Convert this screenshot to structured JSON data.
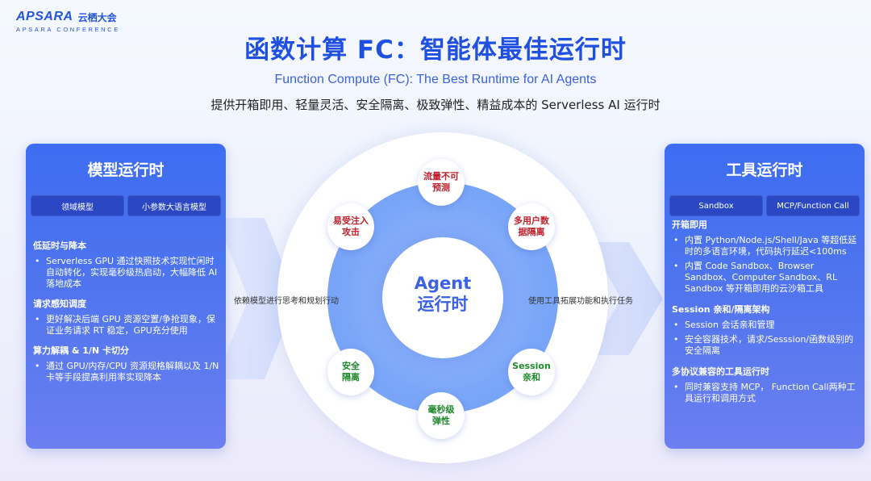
{
  "logo": {
    "en": "APSARA",
    "cn": "云栖大会",
    "sub": "APSARA CONFERENCE"
  },
  "title": "函数计算 FC：智能体最佳运行时",
  "subtitle_en": "Function Compute (FC): The Best Runtime for AI Agents",
  "subtitle_cn": "提供开箱即用、轻量灵活、安全隔离、极致弹性、精益成本的 Serverless AI 运行时",
  "left_panel": {
    "title": "模型运行时",
    "tags": [
      "领域模型",
      "小参数大语言模型"
    ],
    "sections": [
      {
        "title": "低延时与降本",
        "items": [
          "Serverless GPU 通过快照技术实现忙闲时自动转化，实现毫秒级热启动，大幅降低 AI 落地成本"
        ]
      },
      {
        "title": "请求感知调度",
        "items": [
          "更好解决后端 GPU 资源空置/争抢现象，保证业务请求 RT 稳定，GPU充分使用"
        ]
      },
      {
        "title": "算力解耦 & 1/N 卡切分",
        "items": [
          "通过 GPU/内存/CPU 资源规格解耦以及 1/N 卡等手段提高利用率实现降本"
        ]
      }
    ]
  },
  "right_panel": {
    "title": "工具运行时",
    "tags": [
      "Sandbox",
      "MCP/Function Call"
    ],
    "sections": [
      {
        "title": "开箱即用",
        "items": [
          "内置 Python/Node.js/Shell/Java 等超低延时的多语言环境，代码执行延迟<100ms",
          "内置 Code Sandbox、Browser Sandbox、Computer Sandbox、RL Sandbox 等开箱即用的云沙箱工具"
        ]
      },
      {
        "title": "Session 亲和/隔离架构",
        "items": [
          "Session 会话亲和管理",
          "安全容器技术，请求/Sesssion/函数级别的安全隔离"
        ]
      },
      {
        "title": "多协议兼容的工具运行时",
        "items": [
          "同时兼容支持 MCP， Function Call两种工具运行和调用方式"
        ]
      }
    ]
  },
  "arrows": {
    "left_label": "依赖模型进行思考和规划行动",
    "right_label": "使用工具拓展功能和执行任务"
  },
  "center": {
    "core_line1": "Agent",
    "core_line2": "运行时",
    "nodes": {
      "top": [
        "流量不可",
        "预测"
      ],
      "upper_left": [
        "易受注入",
        "攻击"
      ],
      "upper_right": [
        "多用户数",
        "据隔离"
      ],
      "lower_left": [
        "安全",
        "隔离"
      ],
      "lower_right": [
        "Session",
        "亲和"
      ],
      "bottom": [
        "毫秒级",
        "弹性"
      ]
    }
  },
  "colors": {
    "brand_blue": "#2050e2",
    "panel_blue": "#3d6df2",
    "risk_red": "#c0202a",
    "benefit_green": "#1f8a2b"
  }
}
